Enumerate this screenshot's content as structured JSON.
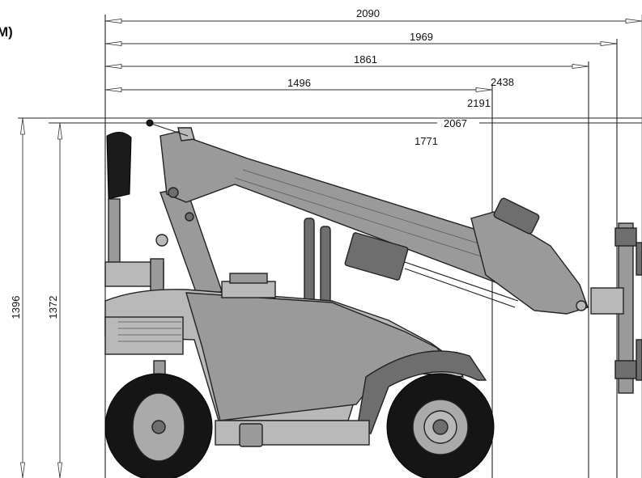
{
  "heading_fragment": "M)",
  "horizontal_dims": [
    "2090",
    "1969",
    "1861",
    "1496"
  ],
  "height_labels": [
    "2438",
    "2191",
    "2067",
    "1771"
  ],
  "vertical_dims": [
    "1396",
    "1372"
  ],
  "colors": {
    "line": "#222222",
    "body": "#9a9a9a",
    "tire": "#151515"
  }
}
